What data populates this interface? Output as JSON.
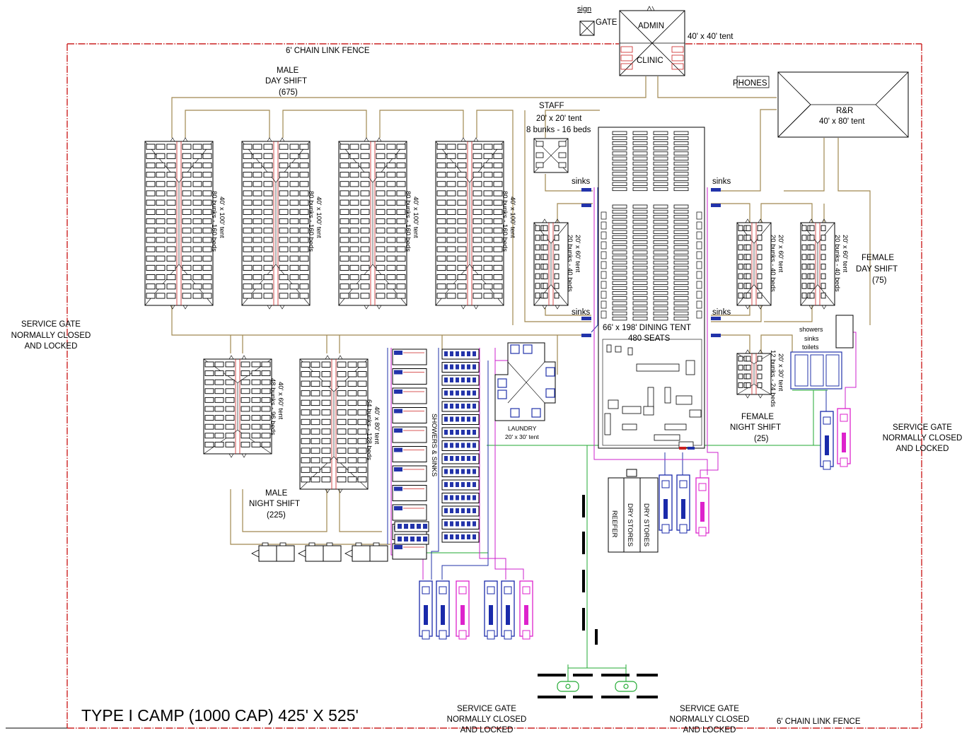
{
  "title": "TYPE I CAMP (1000 CAP) 425' X 525'",
  "perimeter": {
    "fence_top": "6' CHAIN LINK FENCE",
    "fence_bottom": "6' CHAIN LINK FENCE"
  },
  "entrance": {
    "sign": "sign",
    "gate": "GATE",
    "admin": "ADMIN",
    "clinic": "CLINIC",
    "admin_size": "40' x 40' tent",
    "phones": "PHONES"
  },
  "service_gates": {
    "west": [
      "SERVICE GATE",
      "NORMALLY CLOSED",
      "AND LOCKED"
    ],
    "east": [
      "SERVICE GATE",
      "NORMALLY CLOSED",
      "AND LOCKED"
    ],
    "south_left": [
      "SERVICE GATE",
      "NORMALLY CLOSED",
      "AND LOCKED"
    ],
    "south_right": [
      "SERVICE GATE",
      "NORMALLY CLOSED",
      "AND LOCKED"
    ]
  },
  "zones": {
    "male_day": [
      "MALE",
      "DAY SHIFT",
      "(675)"
    ],
    "male_night": [
      "MALE",
      "NIGHT SHIFT",
      "(225)"
    ],
    "female_day": [
      "FEMALE",
      "DAY SHIFT",
      "(75)"
    ],
    "female_night": [
      "FEMALE",
      "NIGHT SHIFT",
      "(25)"
    ]
  },
  "staff": {
    "label": "STAFF",
    "size": "20' x 20' tent",
    "capacity": "8 bunks - 16 beds"
  },
  "rr": {
    "label": "R&R",
    "size": "40' x 80' tent"
  },
  "dining": {
    "size": "66' x 198' DINING TENT",
    "seats": "480 SEATS"
  },
  "sinks": "sinks",
  "laundry": {
    "label": "LAUNDRY",
    "size": "20' x 30' tent"
  },
  "showers_sinks": "SHOWERS & SINKS",
  "female_facilities": [
    "showers",
    "sinks",
    "toilets"
  ],
  "stores": {
    "reefer": "REEFER",
    "dry_1": "DRY STORES",
    "dry_2": "DRY STORES"
  },
  "tent_labels": {
    "t100_size": "40' x 100' tent",
    "t100_beds": "80 bunks - 160 beds",
    "t60_size": "40' x 60' tent",
    "t60_beds": "48 bunks - 96 beds",
    "t80_size": "40' x 80' tent",
    "t80_beds": "64 bunks - 128 beds",
    "s60_size": "20' x 60' tent",
    "s60_beds": "20 bunks - 40 beds",
    "s30_size": "20' x 30' tent",
    "s30_beds": "12 bunks - 24 beds"
  },
  "colors": {
    "fence": "#cc2222",
    "walkway": "#a08850",
    "water": "#2233aa",
    "grey_water": "#cc22cc",
    "power": "#22aa33"
  }
}
